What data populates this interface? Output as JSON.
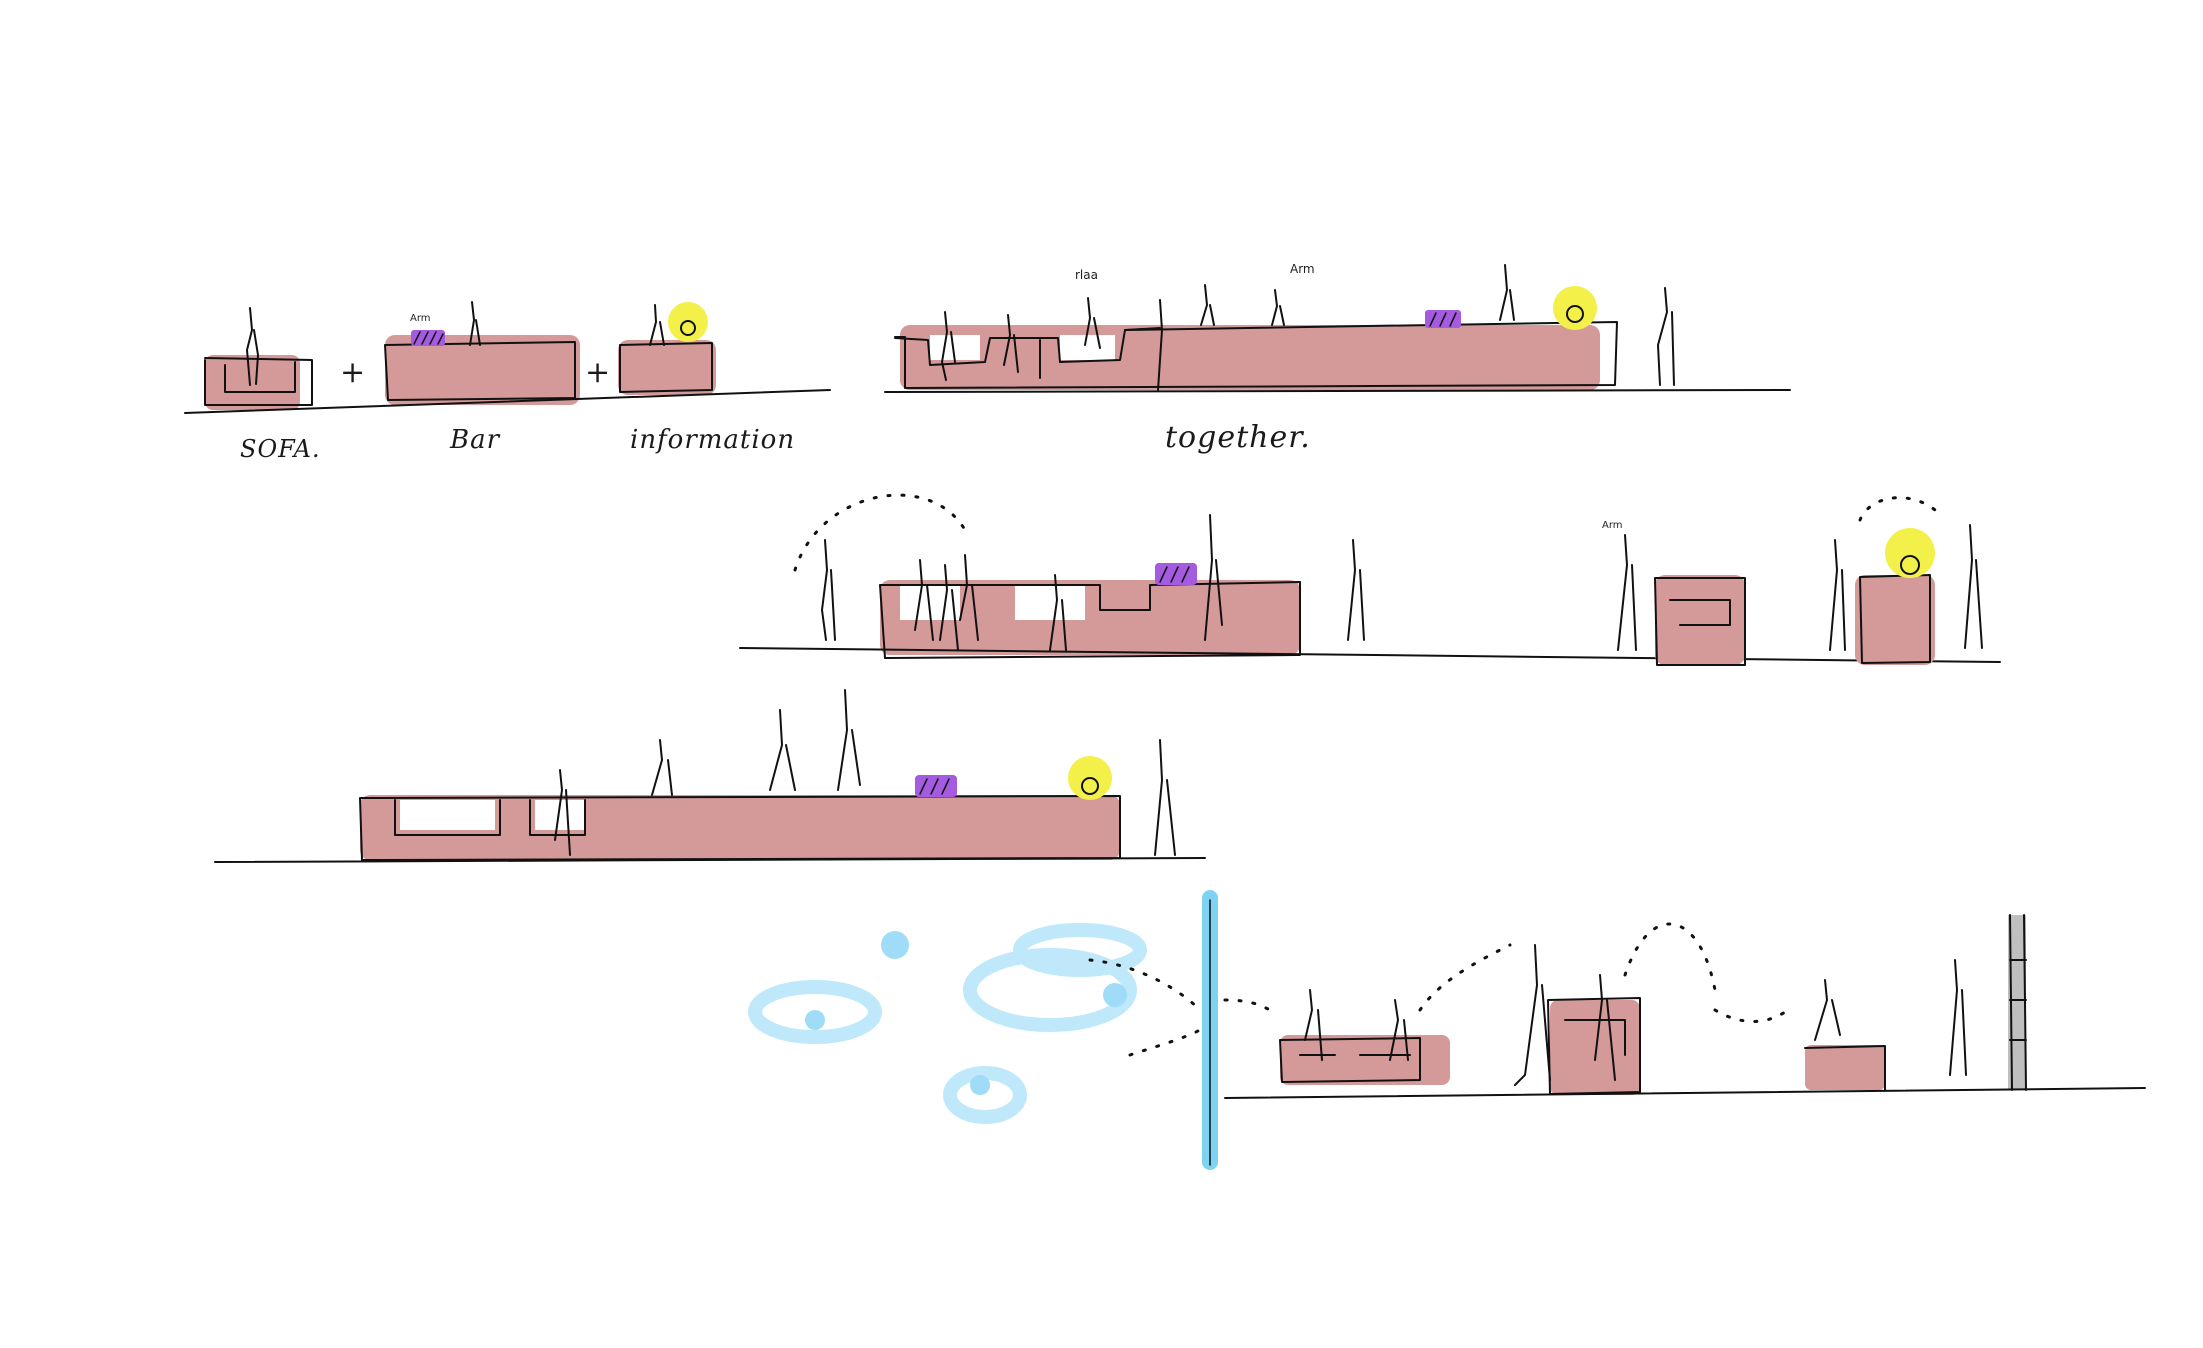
{
  "labels": {
    "sofa": "SOFA.",
    "bar": "Bar",
    "information": "information",
    "together": "together.",
    "note_1": "rlaa",
    "note_2": "Arm",
    "note_3": "Arm",
    "note_4": "Arm",
    "plus_1": "+",
    "plus_2": "+"
  },
  "colors": {
    "block_fill": "#d49a9a",
    "bar_accent": "#a45be0",
    "info_glow": "#f3f04a",
    "water": "#7fd3f2",
    "column": "#bfbfbf",
    "ink": "#111111"
  },
  "icons": {
    "bar_item": "bar-display-icon",
    "info_item": "information-light-icon",
    "person": "person-figure-icon",
    "cloud": "cloud-icon"
  }
}
